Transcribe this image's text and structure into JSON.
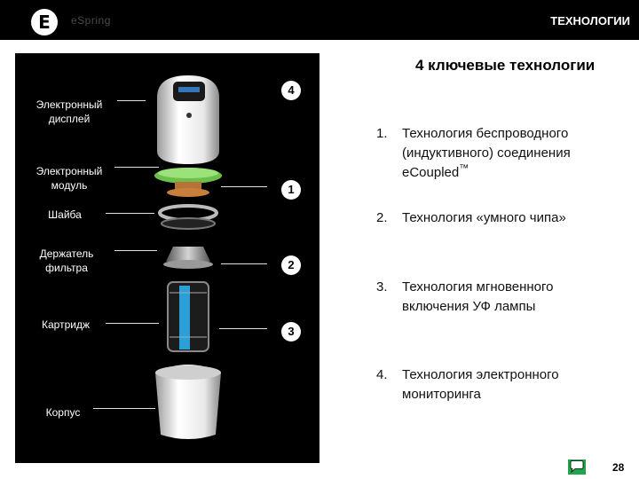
{
  "header": {
    "logo_letter": "E",
    "brand": "eSpring",
    "section_title": "ТЕХНОЛОГИИ"
  },
  "slide": {
    "heading": "4 ключевые технологии"
  },
  "illustration": {
    "labels": {
      "display": "Электронный дисплей",
      "module": "Электронный модуль",
      "washer": "Шайба",
      "holder": "Держатель фильтра",
      "cartridge": "Картридж",
      "body": "Корпус"
    },
    "markers": [
      "4",
      "1",
      "2",
      "3"
    ]
  },
  "technologies": [
    {
      "number": "1.",
      "text_line1": "Технология беспроводного",
      "text_line2": "(индуктивного) соединения",
      "text_line3": "eCoupled",
      "trademark": "™"
    },
    {
      "number": "2.",
      "text_line1": "Технология «умного чипа»"
    },
    {
      "number": "3.",
      "text_line1": "Технология мгновенного",
      "text_line2": "включения УФ лампы"
    },
    {
      "number": "4.",
      "text_line1": "Технология электронного",
      "text_line2": "мониторинга"
    }
  ],
  "footer": {
    "page_number": "28",
    "icon": "speech-bubble-icon"
  },
  "colors": {
    "header_bg": "#000000",
    "panel_bg": "#000000",
    "module_green": "#7ed957",
    "cartridge_blue": "#2a9fd8",
    "chat_icon_green": "#1fa64a"
  }
}
